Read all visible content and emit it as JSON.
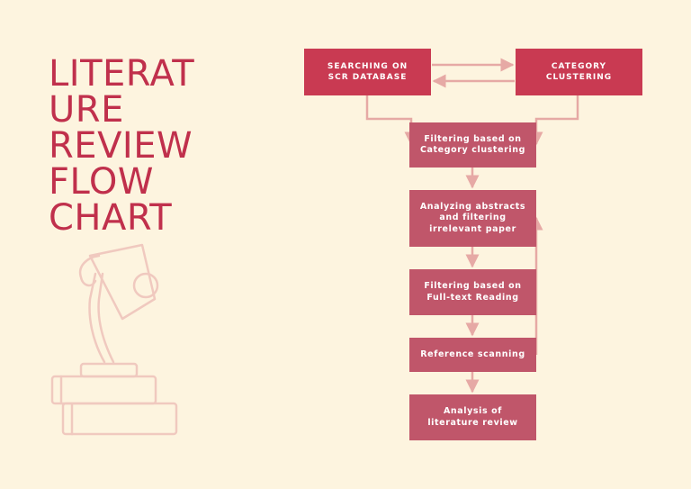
{
  "title": {
    "lines": [
      "LITERAT",
      "URE",
      "REVIEW",
      "FLOW",
      "CHART"
    ]
  },
  "flow": {
    "search": [
      "SEARCHING ON",
      "SCR DATABASE"
    ],
    "category": [
      "CATEGORY",
      "CLUSTERING"
    ],
    "filter_category": [
      "Filtering based on",
      "Category clustering"
    ],
    "abstracts": [
      "Analyzing abstracts",
      "and filtering",
      "irrelevant paper"
    ],
    "fulltext": [
      "Filtering based on",
      "Full-text Reading"
    ],
    "reference": [
      "Reference scanning"
    ],
    "analysis": [
      "Analysis of",
      "literature review"
    ]
  },
  "colors": {
    "background": "#fdf4df",
    "accent": "#c0304c",
    "box_top": "#c93a52",
    "box_mid": "#c0566a",
    "connector": "#e6a9a5",
    "lamp": "#f0c9bf"
  }
}
